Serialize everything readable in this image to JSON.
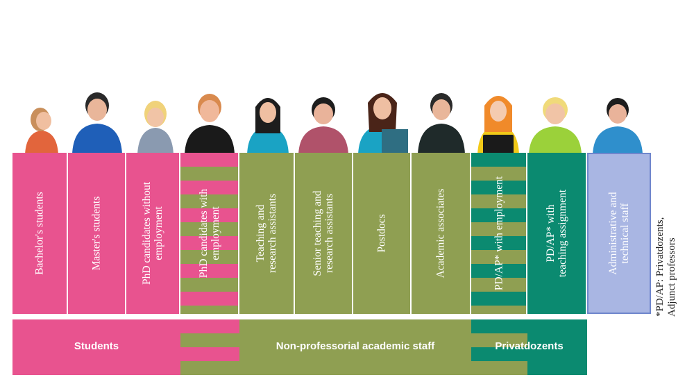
{
  "columns": [
    {
      "label": "Bachelor's students"
    },
    {
      "label": "Master's students"
    },
    {
      "label": "PhD candidates without\nemployment"
    },
    {
      "label": "PhD candidates with\nemployment"
    },
    {
      "label": "Teaching and\nresearch assistants"
    },
    {
      "label": "Senior teaching and\nresearch assistants"
    },
    {
      "label": "Postdocs"
    },
    {
      "label": "Academic associates"
    },
    {
      "label": "PD/AP* with employment"
    },
    {
      "label": "PD/AP* with\nteaching assignment"
    },
    {
      "label": "Administrative and\ntechnical staff"
    }
  ],
  "groups": {
    "students": "Students",
    "non_professorial": "Non-professorial academic staff",
    "privatdozents": "Privatdozents"
  },
  "footnote": "*PD/AP: Privatdozents,\nAdjunct professors",
  "colors": {
    "pink": "#e8538f",
    "olive": "#8f9f52",
    "teal": "#0b8a70",
    "lavender": "#a9b6e3",
    "lavender_border": "#6f86cc"
  }
}
